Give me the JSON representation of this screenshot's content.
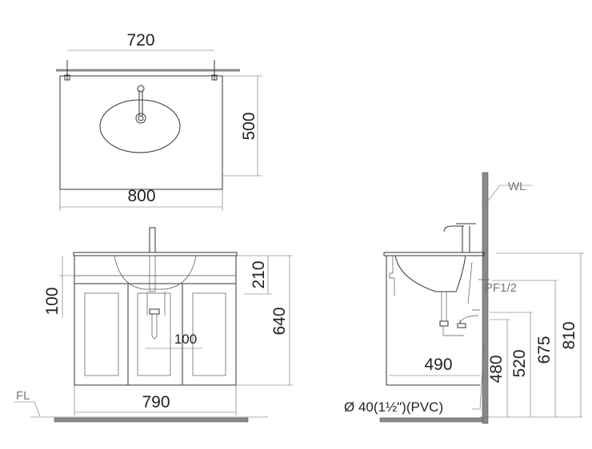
{
  "top_view": {
    "width_fixing": "720",
    "width": "800",
    "depth": "500"
  },
  "front_view": {
    "apron": "100",
    "basin_depth": "210",
    "height": "640",
    "drain_offset": "100",
    "width": "790",
    "floor_label": "FL"
  },
  "side_view": {
    "wall_label": "WL",
    "supply_label": "PF1/2",
    "depth": "490",
    "h_480": "480",
    "h_520": "520",
    "h_675": "675",
    "h_810": "810",
    "drain_spec": "Ø  40(1½\")(PVC)"
  },
  "colors": {
    "line": "#333333",
    "wall_fill": "#8a8a8a"
  }
}
